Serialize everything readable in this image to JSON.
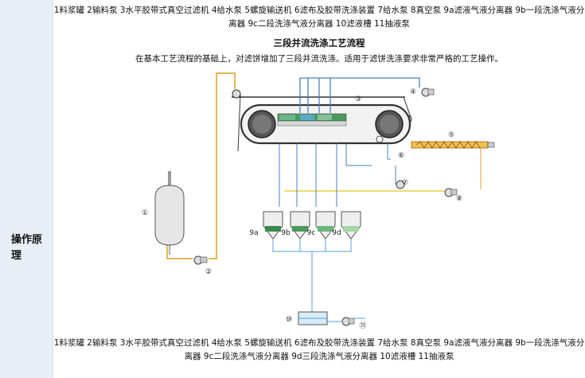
{
  "side_label": "操作原理",
  "legend_top": "1料浆罐 2输料泵 3水平胶带式真空过滤机 4给水泵 5螺旋输送机 6滤布及胶带洗涤装置 7给水泵 8真空泵 9a滤液气液分离器 9b一段洗涤气液分离器 9c二段洗涤气液分离器 10滤液槽 11抽液泵",
  "title": "三段并流洗涤工艺流程",
  "subtitle": "在基本工艺流程的基础上，对滤饼增加了三段并流洗涤。适用于滤饼洗涤要求非常严格的工艺操作。",
  "legend_bottom": "1料浆罐 2输料泵 3水平胶带式真空过滤机 4给水泵 5螺旋输送机 6滤布及胶带洗涤装置 7给水泵 8真空泵 9a滤液气液分离器 9b一段洗涤气液分离器 9c二段洗涤气液分离器 9d三段洗涤气液分离器 10滤液槽 11抽液泵",
  "markers": {
    "m1": "①",
    "m2": "②",
    "m3": "③",
    "m4": "④",
    "m5": "⑤",
    "m6": "⑥",
    "m7": "⑦",
    "m8": "⑧",
    "m9a": "9a",
    "m9b": "9b",
    "m9c": "9c",
    "m9d": "9d",
    "m10": "⑩",
    "m11": "⑪"
  },
  "colors": {
    "slurry_line": "#e0a020",
    "wash_line": "#4a7fc0",
    "vacuum_line": "#e8d040",
    "drain_line": "#5aa0d8",
    "belt": "#333333",
    "screw": "#e0a020"
  }
}
